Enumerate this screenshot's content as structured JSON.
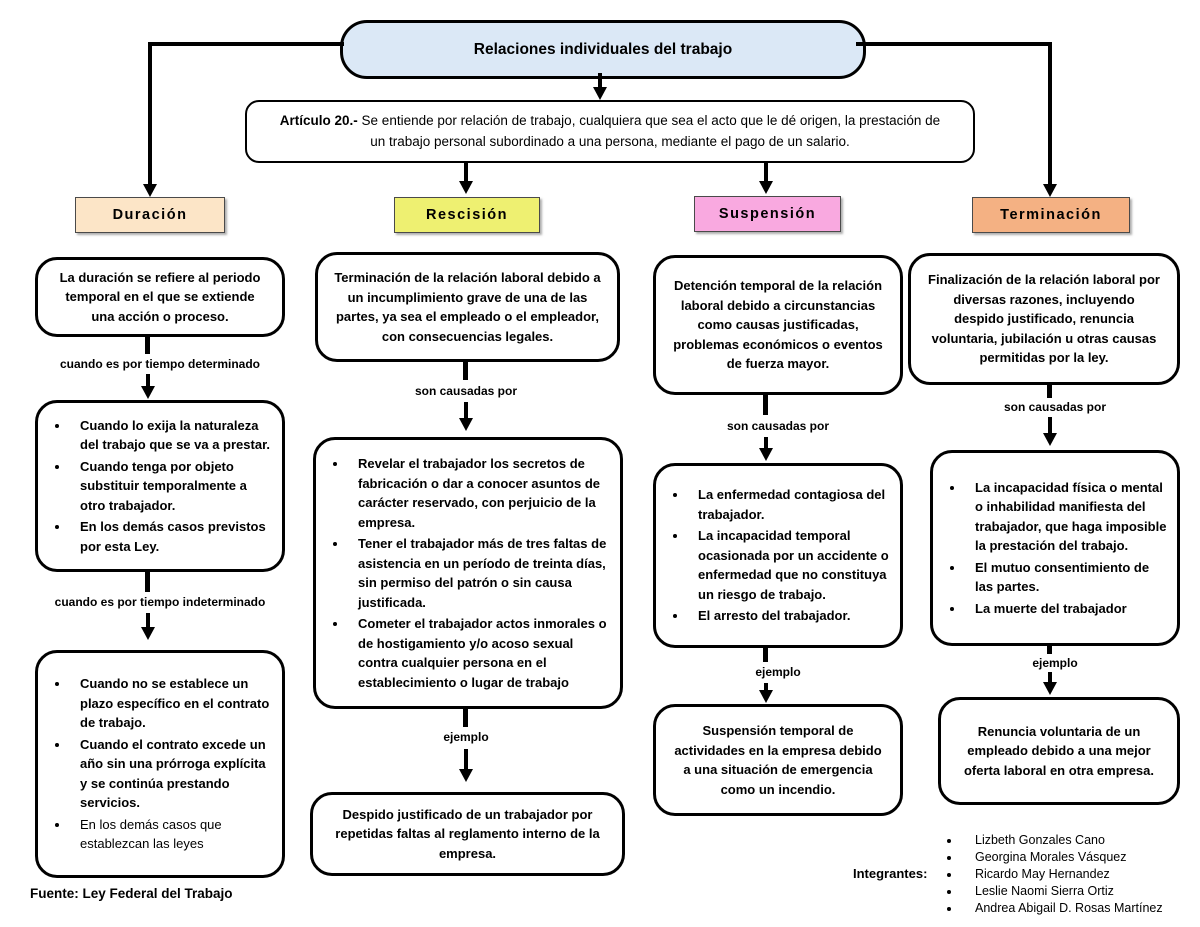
{
  "title": "Relaciones individuales del trabajo",
  "article": {
    "label": "Artículo 20.-",
    "text": " Se entiende por relación de trabajo, cualquiera que sea el acto que le dé origen, la prestación de un trabajo personal subordinado a una persona, mediante el pago de un salario."
  },
  "colors": {
    "title_fill": "#dbe8f6",
    "duracion_header": "#fce5c7",
    "rescision_header": "#eef071",
    "suspension_header": "#f9a9e0",
    "terminacion_header": "#f4b183"
  },
  "duracion": {
    "header": "Duración",
    "description": "La duración se refiere al periodo temporal en el que se extiende una acción o proceso.",
    "connector1": "cuando es por tiempo determinado",
    "bullets1": [
      "Cuando lo exija la naturaleza del trabajo que se va a prestar.",
      "Cuando tenga por objeto substituir temporalmente a otro trabajador.",
      "En los demás casos previstos por esta Ley."
    ],
    "connector2": "cuando es por tiempo indeterminado",
    "bullets2": [
      "Cuando no se establece un plazo específico en el contrato de trabajo.",
      "Cuando el contrato excede un año sin una prórroga explícita y se continúa prestando servicios.",
      "En los demás casos que establezcan las leyes"
    ]
  },
  "rescision": {
    "header": "Rescisión",
    "description": "Terminación de la relación laboral debido a un incumplimiento grave de una de las partes, ya sea el empleado o el empleador, con consecuencias legales.",
    "connector1": "son causadas por",
    "bullets": [
      "Revelar el trabajador los secretos de fabricación o dar a conocer asuntos de carácter reservado, con perjuicio de la empresa.",
      "Tener el trabajador más de tres faltas de asistencia en un período de treinta días, sin permiso del patrón o sin causa justificada.",
      "Cometer el trabajador actos inmorales o de hostigamiento y/o acoso sexual contra cualquier persona en el establecimiento o lugar de trabajo"
    ],
    "connector2": "ejemplo",
    "example": "Despido justificado de un trabajador por repetidas faltas al reglamento interno de la empresa."
  },
  "suspension": {
    "header": "Suspensión",
    "description": "Detención temporal de la relación laboral debido a circunstancias como causas justificadas, problemas económicos o eventos de fuerza mayor.",
    "connector1": "son causadas por",
    "bullets": [
      "La enfermedad contagiosa del trabajador.",
      "La incapacidad temporal ocasionada por un accidente o enfermedad que no constituya un riesgo de trabajo.",
      "El arresto del trabajador."
    ],
    "connector2": "ejemplo",
    "example": "Suspensión temporal de actividades en la empresa debido a una situación de emergencia como un incendio."
  },
  "terminacion": {
    "header": "Terminación",
    "description": "Finalización de la relación laboral por diversas razones, incluyendo despido justificado, renuncia voluntaria, jubilación u otras causas permitidas por la ley.",
    "connector1": "son causadas por",
    "bullets": [
      "La incapacidad física o mental o inhabilidad manifiesta del trabajador, que haga imposible la prestación del trabajo.",
      "El mutuo consentimiento de las partes.",
      "La muerte del trabajador"
    ],
    "connector2": "ejemplo",
    "example": "Renuncia voluntaria de un empleado debido a una mejor oferta laboral en otra empresa."
  },
  "footer": {
    "fuente": "Fuente: Ley Federal del Trabajo",
    "integrantes_label": "Integrantes:",
    "integrantes": [
      "Lizbeth Gonzales Cano",
      "Georgina Morales Vásquez",
      "Ricardo May Hernandez",
      "Leslie Naomi Sierra Ortiz",
      "Andrea Abigail D. Rosas Martínez"
    ]
  }
}
